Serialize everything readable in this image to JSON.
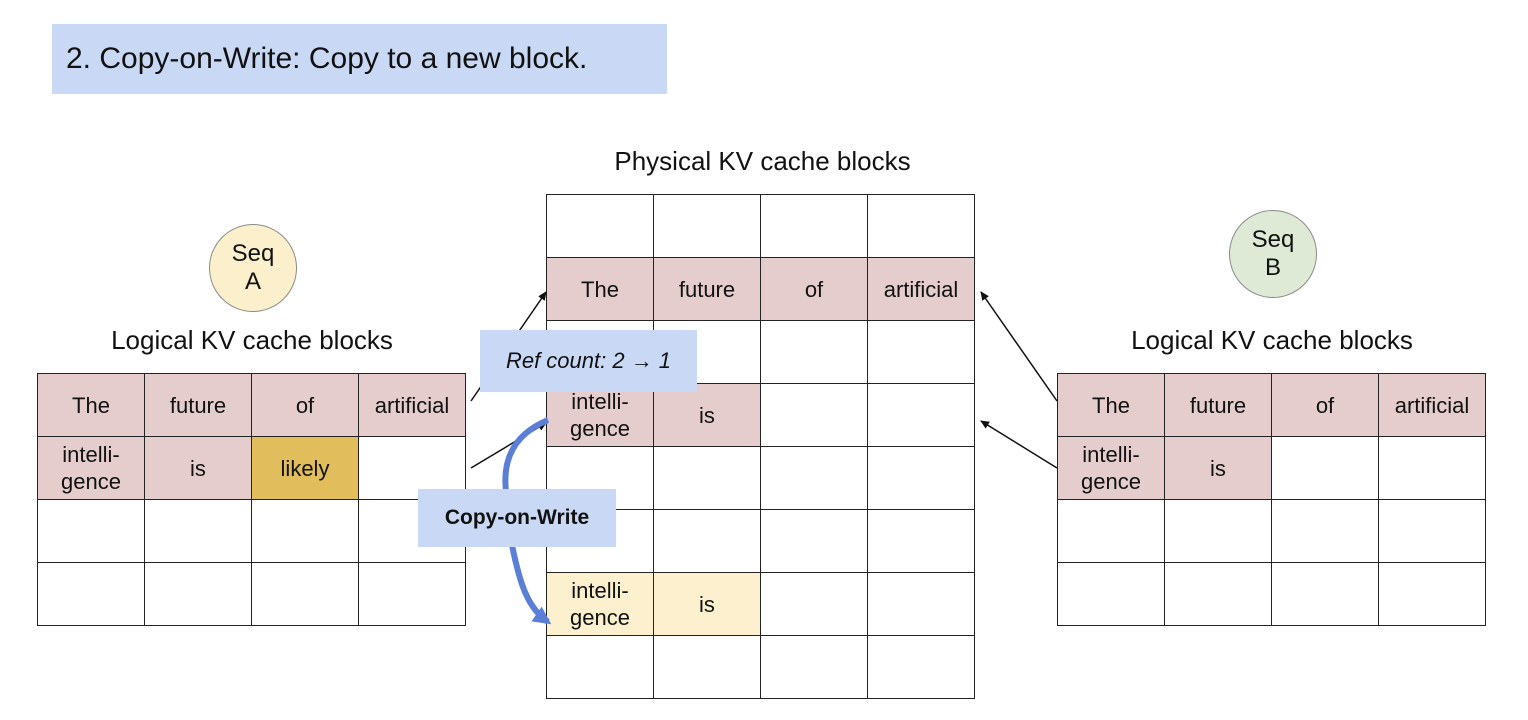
{
  "title": "2. Copy-on-Write: Copy to a new block.",
  "physical_label": "Physical KV cache blocks",
  "seq_a": {
    "line1": "Seq",
    "line2": "A",
    "logical_label": "Logical KV cache blocks"
  },
  "seq_b": {
    "line1": "Seq",
    "line2": "B",
    "logical_label": "Logical KV cache blocks"
  },
  "logical_a": [
    [
      "The",
      "future",
      "of",
      "artificial"
    ],
    [
      "intelli-\ngence",
      "is",
      "likely",
      ""
    ],
    [
      "",
      "",
      "",
      ""
    ],
    [
      "",
      "",
      "",
      ""
    ]
  ],
  "logical_b": [
    [
      "The",
      "future",
      "of",
      "artificial"
    ],
    [
      "intelli-\ngence",
      "is",
      "",
      ""
    ],
    [
      "",
      "",
      "",
      ""
    ],
    [
      "",
      "",
      "",
      ""
    ]
  ],
  "physical": [
    [
      "",
      "",
      "",
      ""
    ],
    [
      "The",
      "future",
      "of",
      "artificial"
    ],
    [
      "",
      "",
      "",
      ""
    ],
    [
      "intelli-\ngence",
      "is",
      "",
      ""
    ],
    [
      "",
      "",
      "",
      ""
    ],
    [
      "",
      "",
      "",
      ""
    ],
    [
      "intelli-\ngence",
      "is",
      "",
      ""
    ],
    [
      "",
      "",
      "",
      ""
    ]
  ],
  "ref_count": "Ref count: 2 → 1",
  "copy_on_write": "Copy-on-Write",
  "colors": {
    "title_bg": "#c9d8f5",
    "shared_block": "#e6cdcd",
    "new_token": "#e1bd5c",
    "copied_block": "#fcf0cf",
    "seq_a": "#fbefcc",
    "seq_b": "#dfead6",
    "cow_arrow": "#5b7fd6"
  }
}
